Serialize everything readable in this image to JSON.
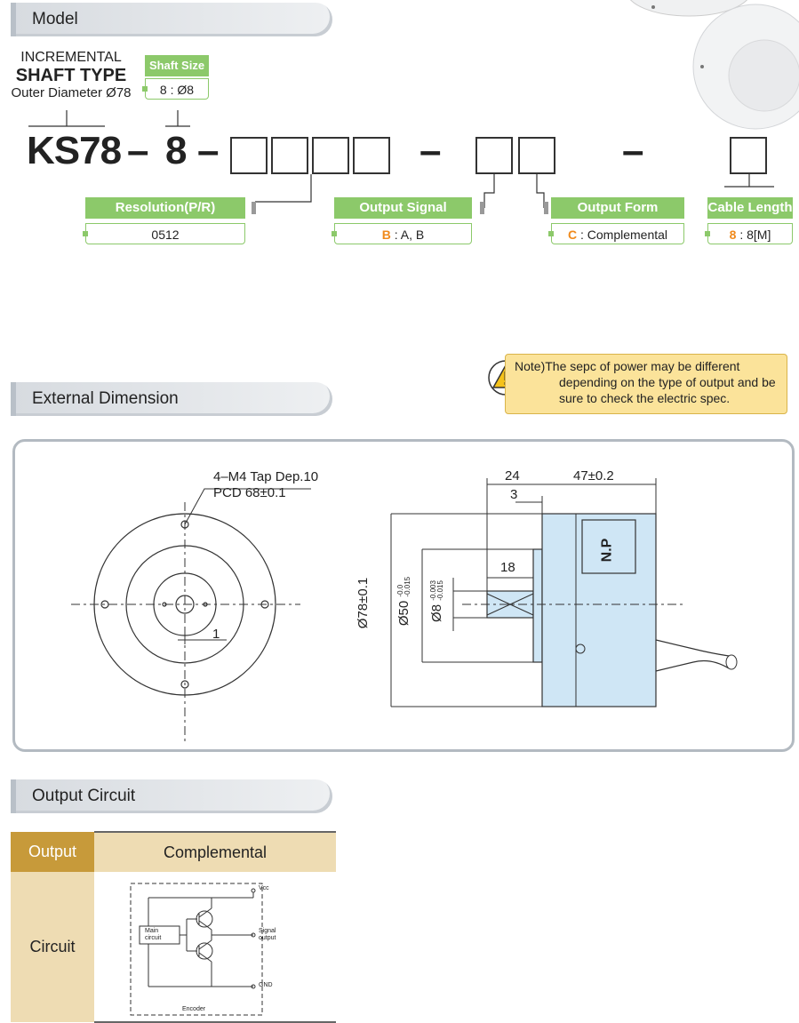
{
  "sections": {
    "model": "Model",
    "external_dimension": "External Dimension",
    "output_circuit": "Output Circuit"
  },
  "model": {
    "type_line1": "INCREMENTAL",
    "type_line2": "SHAFT TYPE",
    "type_line3": "Outer Diameter Ø78",
    "shaft_size_label": "Shaft Size",
    "shaft_size_value": "8 : Ø8",
    "part_prefix": "KS78",
    "dash1": "–",
    "shaft_code": "8",
    "dash2": "–",
    "dash3": "–",
    "dash4": "–",
    "fields": {
      "resolution": {
        "label": "Resolution(P/R)",
        "value": "0512"
      },
      "output_signal": {
        "label": "Output Signal",
        "code": "B",
        "value": " : A, B"
      },
      "output_form": {
        "label": "Output Form",
        "code": "C",
        "value": " : Complemental"
      },
      "cable_length": {
        "label": "Cable Length",
        "code": "8",
        "value": " : 8[M]"
      }
    }
  },
  "note": {
    "prefix": "Note)",
    "line1": "The sepc of power may be different",
    "line2": "depending on the type of output and be",
    "line3": "sure to check the electric spec."
  },
  "dimension": {
    "tap": "4–M4  Tap Dep.10",
    "pcd": "PCD  68±0.1",
    "front_offset": "1",
    "len_24": "24",
    "len_47": "47±0.2",
    "len_3": "3",
    "len_18": "18",
    "dia_78": "Ø78±0.1",
    "dia_50": "Ø50",
    "dia_50_tol_top": "-0.0",
    "dia_50_tol_bot": "-0.015",
    "dia_8": "Ø8",
    "dia_8_tol_top": "-0.003",
    "dia_8_tol_bot": "-0.015",
    "np_label": "N.P"
  },
  "circuit_table": {
    "header_left": "Output",
    "header_right": "Complemental",
    "row_label": "Circuit",
    "vcc": "Vcc",
    "signal": "Signal",
    "output": "output",
    "gnd": "GND",
    "main": "Main",
    "circuit": "circuit",
    "encoder": "Encoder"
  },
  "colors": {
    "green": "#8cc96a",
    "orange_code": "#f08a1c",
    "gold": "#c79a3a",
    "tan": "#eedcb3",
    "body_blue": "#cfe6f5"
  }
}
